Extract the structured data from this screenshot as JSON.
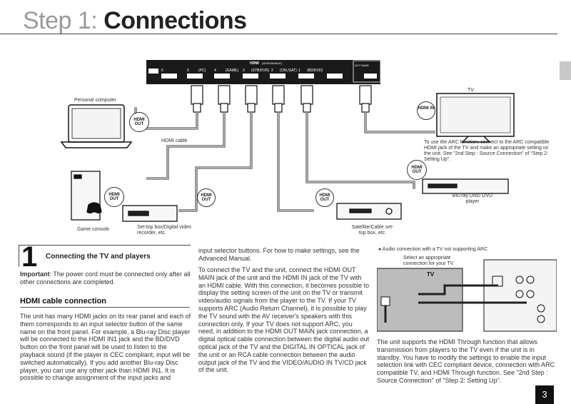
{
  "header": {
    "step": "Step 1:",
    "title": "Connections"
  },
  "receiver": {
    "hdmi_label": "HDMI",
    "hdmi_sub": "(ASSIGNABLE)",
    "jacks": [
      "6",
      "5",
      "(PC)",
      "4",
      "(GAME)",
      "3",
      "(STB/DVR)",
      "2",
      "(CBL/SAT)",
      "1",
      "(BD/DVD)"
    ],
    "out_label": "OUT MAIN"
  },
  "devices": {
    "pc": "Personal computer",
    "hdmi_cable": "HDMI cable",
    "tv": "TV",
    "arc_note": "To use the ARC function, connect to the ARC compatible HDMI jack of the TV and make an appropriate setting on the unit. See \"2nd Step : Source Connection\" of \"Step 2: Setting Up\".",
    "bluray": "Blu-ray Disc/ DVD player",
    "game": "Game console",
    "stb": "Set-top box/Digital video recorder, etc.",
    "sat": "Satellite/Cable set-top box, etc."
  },
  "hdmi_out": "HDMI OUT",
  "hdmi_in": "HDMI IN",
  "section": {
    "number": "1",
    "title": "Connecting the TV and players"
  },
  "col1": {
    "important_label": "Important",
    "important_text": ": The power cord must be connected only after all other connections are completed.",
    "subheading": "HDMI cable connection",
    "para": "The unit has many HDMI jacks on its rear panel and each of them corresponds to an input selector button of the same name on the front panel. For example, a Blu-ray Disc player will be connected to the HDMI IN1 jack and the BD/DVD button on the front panel will be used to listen to the playback sound (if the player is CEC compliant, input will be switched automatically). If you add another Blu-ray Disc player, you can use any other jack than HDMI IN1. It is possible to change assignment of the input jacks and"
  },
  "col2": {
    "para1": "input selector buttons. For how to make settings, see the Advanced Manual.",
    "para2": "To connect the TV and the unit, connect the HDMI OUT MAIN jack of the unit and the HDMI IN jack of the TV with an HDMI cable. With this connection, it becomes possible to display the setting screen of the unit on the TV or transmit video/audio signals from the player to the TV. If your TV supports ARC (Audio Return Channel), it is possible to play the TV sound with the AV receiver's speakers with this connection only. If your TV does not support ARC, you need, in addition to the HDMI OUT MAIN jack connection, a digital optical cable connection between the digital audio out optical jack of the TV and the DIGITAL IN OPTICAL jack of the unit or an RCA cable connection between the audio output jack of the TV and the VIDEO/AUDIO IN TV/CD jack of the unit."
  },
  "col3": {
    "arc_heading": "Audio connection with a TV not supporting ARC",
    "select_note": "Select an appropriate connection for your TV.",
    "tv": "TV",
    "para": "The unit supports the HDMI Through function that allows transmission from players to the TV even if the unit is in standby. You have to modify the settings to enable the input selection link with CEC compliant device, connection with ARC compatible TV, and HDMI Through function. See \"2nd Step : Source Connection\" of \"Step 2: Setting Up\"."
  },
  "page_number": "3"
}
